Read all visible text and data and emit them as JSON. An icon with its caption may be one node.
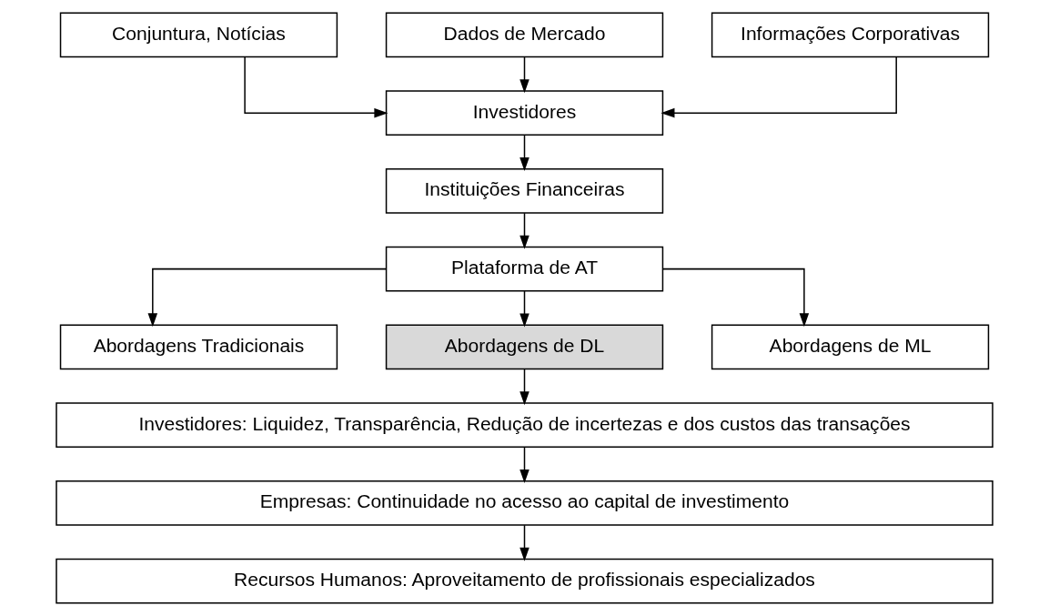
{
  "diagram": {
    "nodes": [
      {
        "text": [
          "Conjuntura, Notícias"
        ]
      },
      {
        "text": [
          "Dados de Mercado"
        ]
      },
      {
        "text": [
          "Informações Corporativas"
        ]
      },
      {
        "text": [
          "Investidores"
        ]
      },
      {
        "text": [
          "Instituições Financeiras"
        ]
      },
      {
        "text": [
          "Plataforma de AT"
        ]
      },
      {
        "text": [
          "Abordagens Tradicionais"
        ]
      },
      {
        "text": [
          "Abordagens de DL"
        ]
      },
      {
        "text": [
          "Abordagens de ML"
        ]
      },
      {
        "text": [
          "Investidores: Liquidez, Transparência, Redução de incertezas e dos custos das transações"
        ]
      },
      {
        "text": [
          "Empresas: Continuidade no acesso ao capital de investimento"
        ]
      },
      {
        "text": [
          "Recursos Humanos: Aproveitamento de profissionais especializados"
        ]
      }
    ],
    "edges": [
      {
        "from": 0,
        "to": 3,
        "arrow": "to"
      },
      {
        "from": 1,
        "to": 3,
        "arrow": "to"
      },
      {
        "from": 2,
        "to": 3,
        "arrow": "to"
      },
      {
        "from": 3,
        "to": 4,
        "arrow": "to"
      },
      {
        "from": 4,
        "to": 5,
        "arrow": "to"
      },
      {
        "from": 5,
        "to": 6,
        "arrow": "to"
      },
      {
        "from": 5,
        "to": 7,
        "arrow": "to"
      },
      {
        "from": 5,
        "to": 8,
        "arrow": "to"
      },
      {
        "from": 7,
        "to": 9,
        "arrow": "to"
      },
      {
        "from": 9,
        "to": 10,
        "arrow": "to"
      },
      {
        "from": 10,
        "to": 11,
        "arrow": "to"
      }
    ]
  }
}
